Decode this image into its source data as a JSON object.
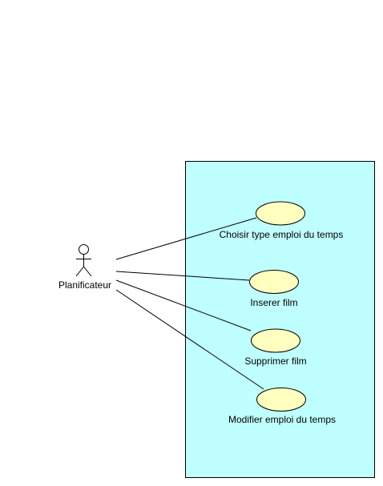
{
  "diagram": {
    "actor": {
      "name": "Planificateur"
    },
    "use_cases": [
      {
        "label": "Choisir type emploi du temps"
      },
      {
        "label": "Inserer film"
      },
      {
        "label": "Supprimer film"
      },
      {
        "label": "Modifier emploi du temps"
      }
    ],
    "colors": {
      "system_fill": "#c0ffff",
      "use_case_fill": "#ffffc0",
      "stroke": "#000000",
      "actor_label": "#000000"
    }
  }
}
